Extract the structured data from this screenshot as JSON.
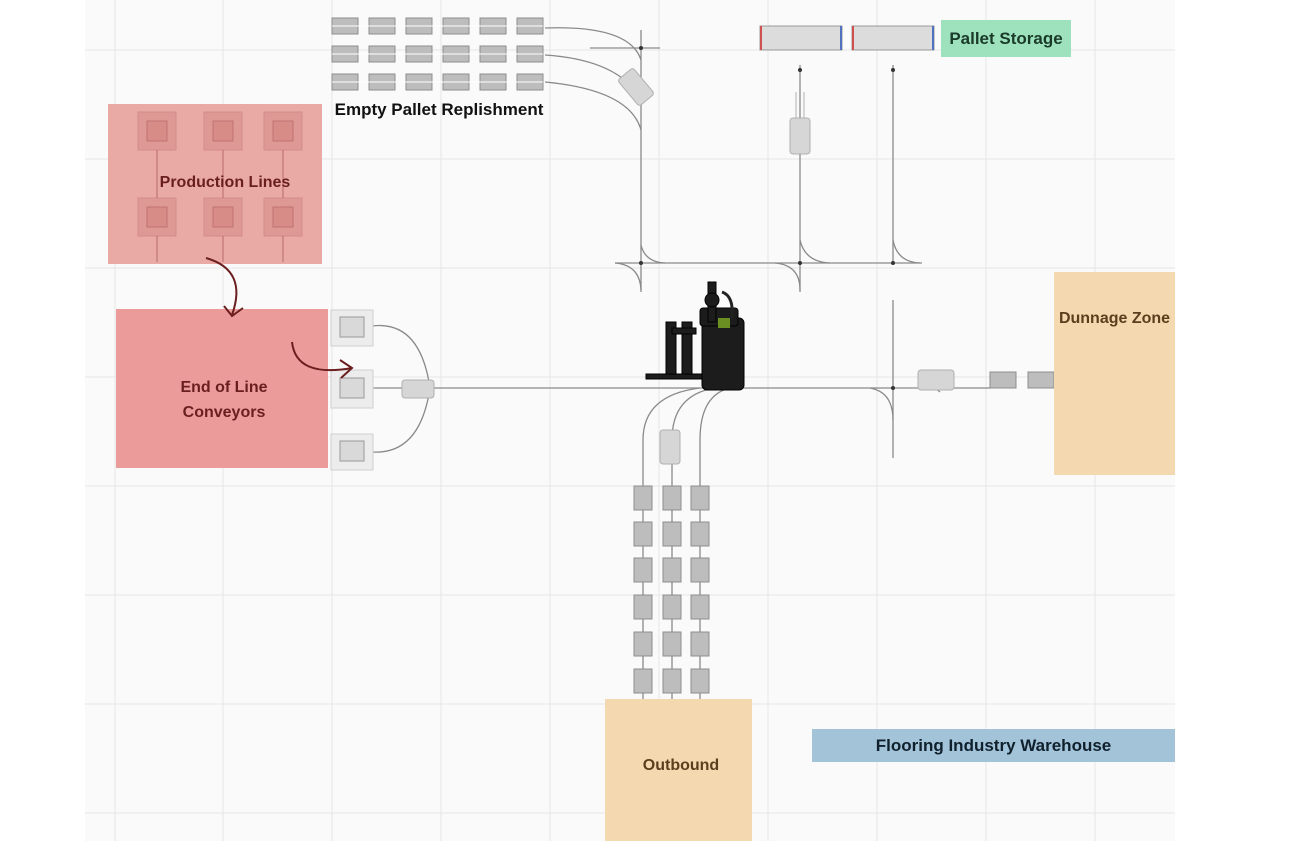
{
  "diagram": {
    "zones": {
      "production_lines": "Production Lines",
      "end_of_line_line1": "End of Line",
      "end_of_line_line2": "Conveyors",
      "empty_pallet": "Empty Pallet Replishment",
      "pallet_storage": "Pallet Storage",
      "dunnage_zone": "Dunnage Zone",
      "outbound": "Outbound",
      "warehouse": "Flooring Industry Warehouse"
    },
    "colors": {
      "production": "#e9aaa6",
      "conveyor": "#ec9b9b",
      "pallet_storage": "#9ee2bd",
      "dunnage": "#f4d9b0",
      "outbound": "#f4d9b0",
      "warehouse": "#a3c3d9",
      "grid": "#e6e6e6",
      "path": "#888888",
      "arrow": "#6b1f1f"
    },
    "icons": [
      "autonomous-forklift-icon",
      "pallet-icon",
      "rack-icon"
    ]
  }
}
